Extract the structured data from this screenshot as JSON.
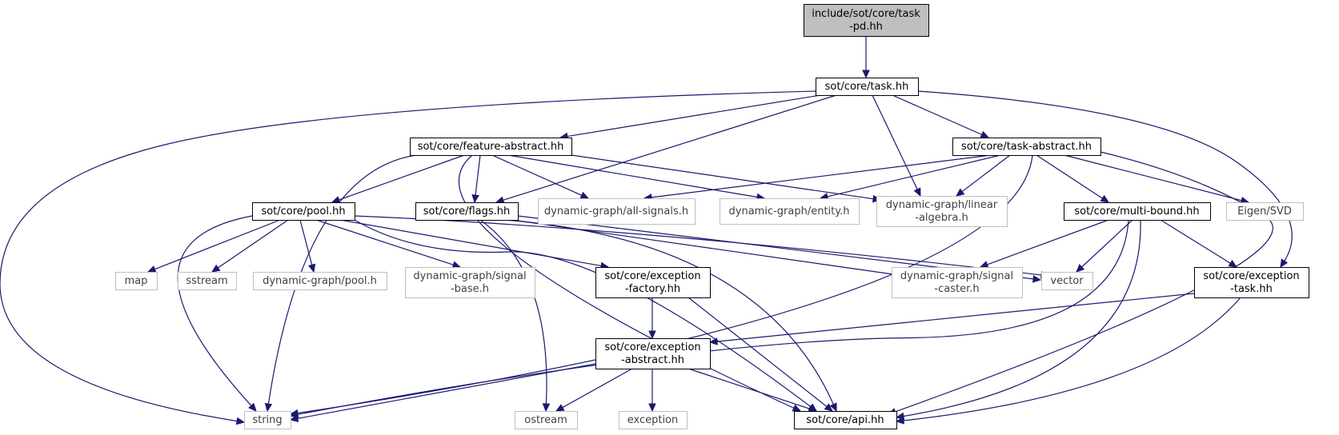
{
  "graph": {
    "colors": {
      "edge": "#191970",
      "root_fill": "#bfbfbf",
      "node_border": "#000000",
      "external_border": "#bfbfbf",
      "external_text": "#3f3f3f",
      "node_text": "#000000"
    },
    "nodes": [
      {
        "id": "task_pd",
        "lines": [
          "include/sot/core/task",
          "-pd.hh"
        ],
        "kind": "root"
      },
      {
        "id": "task",
        "lines": [
          "sot/core/task.hh"
        ],
        "kind": "documented"
      },
      {
        "id": "feature_abstract",
        "lines": [
          "sot/core/feature-abstract.hh"
        ],
        "kind": "documented"
      },
      {
        "id": "task_abstract",
        "lines": [
          "sot/core/task-abstract.hh"
        ],
        "kind": "documented"
      },
      {
        "id": "pool",
        "lines": [
          "sot/core/pool.hh"
        ],
        "kind": "documented"
      },
      {
        "id": "flags",
        "lines": [
          "sot/core/flags.hh"
        ],
        "kind": "documented"
      },
      {
        "id": "all_signals",
        "lines": [
          "dynamic-graph/all-signals.h"
        ],
        "kind": "external"
      },
      {
        "id": "entity",
        "lines": [
          "dynamic-graph/entity.h"
        ],
        "kind": "external"
      },
      {
        "id": "linear_algebra",
        "lines": [
          "dynamic-graph/linear",
          "-algebra.h"
        ],
        "kind": "external"
      },
      {
        "id": "multi_bound",
        "lines": [
          "sot/core/multi-bound.hh"
        ],
        "kind": "documented"
      },
      {
        "id": "eigen_svd",
        "lines": [
          "Eigen/SVD"
        ],
        "kind": "external"
      },
      {
        "id": "map",
        "lines": [
          "map"
        ],
        "kind": "external"
      },
      {
        "id": "sstream",
        "lines": [
          "sstream"
        ],
        "kind": "external"
      },
      {
        "id": "dg_pool",
        "lines": [
          "dynamic-graph/pool.h"
        ],
        "kind": "external"
      },
      {
        "id": "signal_base",
        "lines": [
          "dynamic-graph/signal",
          "-base.h"
        ],
        "kind": "external"
      },
      {
        "id": "exception_factory",
        "lines": [
          "sot/core/exception",
          "-factory.hh"
        ],
        "kind": "documented"
      },
      {
        "id": "signal_caster",
        "lines": [
          "dynamic-graph/signal",
          "-caster.h"
        ],
        "kind": "external"
      },
      {
        "id": "vector",
        "lines": [
          "vector"
        ],
        "kind": "external"
      },
      {
        "id": "exception_task",
        "lines": [
          "sot/core/exception",
          "-task.hh"
        ],
        "kind": "documented"
      },
      {
        "id": "exception_abstract",
        "lines": [
          "sot/core/exception",
          "-abstract.hh"
        ],
        "kind": "documented"
      },
      {
        "id": "string",
        "lines": [
          "string"
        ],
        "kind": "external"
      },
      {
        "id": "ostream",
        "lines": [
          "ostream"
        ],
        "kind": "external"
      },
      {
        "id": "exception",
        "lines": [
          "exception"
        ],
        "kind": "external"
      },
      {
        "id": "api",
        "lines": [
          "sot/core/api.hh"
        ],
        "kind": "documented"
      }
    ],
    "edges": [
      [
        "task_pd",
        "task"
      ],
      [
        "task",
        "string"
      ],
      [
        "task",
        "feature_abstract"
      ],
      [
        "task",
        "flags"
      ],
      [
        "task",
        "linear_algebra"
      ],
      [
        "task",
        "task_abstract"
      ],
      [
        "task",
        "exception_task"
      ],
      [
        "feature_abstract",
        "string"
      ],
      [
        "feature_abstract",
        "pool"
      ],
      [
        "feature_abstract",
        "flags"
      ],
      [
        "feature_abstract",
        "all_signals"
      ],
      [
        "feature_abstract",
        "entity"
      ],
      [
        "feature_abstract",
        "linear_algebra"
      ],
      [
        "feature_abstract",
        "api"
      ],
      [
        "task_abstract",
        "all_signals"
      ],
      [
        "task_abstract",
        "entity"
      ],
      [
        "task_abstract",
        "linear_algebra"
      ],
      [
        "task_abstract",
        "multi_bound"
      ],
      [
        "task_abstract",
        "eigen_svd"
      ],
      [
        "task_abstract",
        "string"
      ],
      [
        "task_abstract",
        "api"
      ],
      [
        "pool",
        "map"
      ],
      [
        "pool",
        "sstream"
      ],
      [
        "pool",
        "dg_pool"
      ],
      [
        "pool",
        "signal_base"
      ],
      [
        "pool",
        "exception_factory"
      ],
      [
        "pool",
        "vector"
      ],
      [
        "pool",
        "string"
      ],
      [
        "pool",
        "api"
      ],
      [
        "flags",
        "ostream"
      ],
      [
        "flags",
        "signal_caster"
      ],
      [
        "flags",
        "vector"
      ],
      [
        "flags",
        "api"
      ],
      [
        "multi_bound",
        "signal_caster"
      ],
      [
        "multi_bound",
        "vector"
      ],
      [
        "multi_bound",
        "exception_task"
      ],
      [
        "multi_bound",
        "string"
      ],
      [
        "multi_bound",
        "api"
      ],
      [
        "exception_factory",
        "exception_abstract"
      ],
      [
        "exception_factory",
        "api"
      ],
      [
        "exception_task",
        "exception_abstract"
      ],
      [
        "exception_task",
        "api"
      ],
      [
        "exception_abstract",
        "string"
      ],
      [
        "exception_abstract",
        "ostream"
      ],
      [
        "exception_abstract",
        "exception"
      ],
      [
        "exception_abstract",
        "api"
      ]
    ]
  }
}
